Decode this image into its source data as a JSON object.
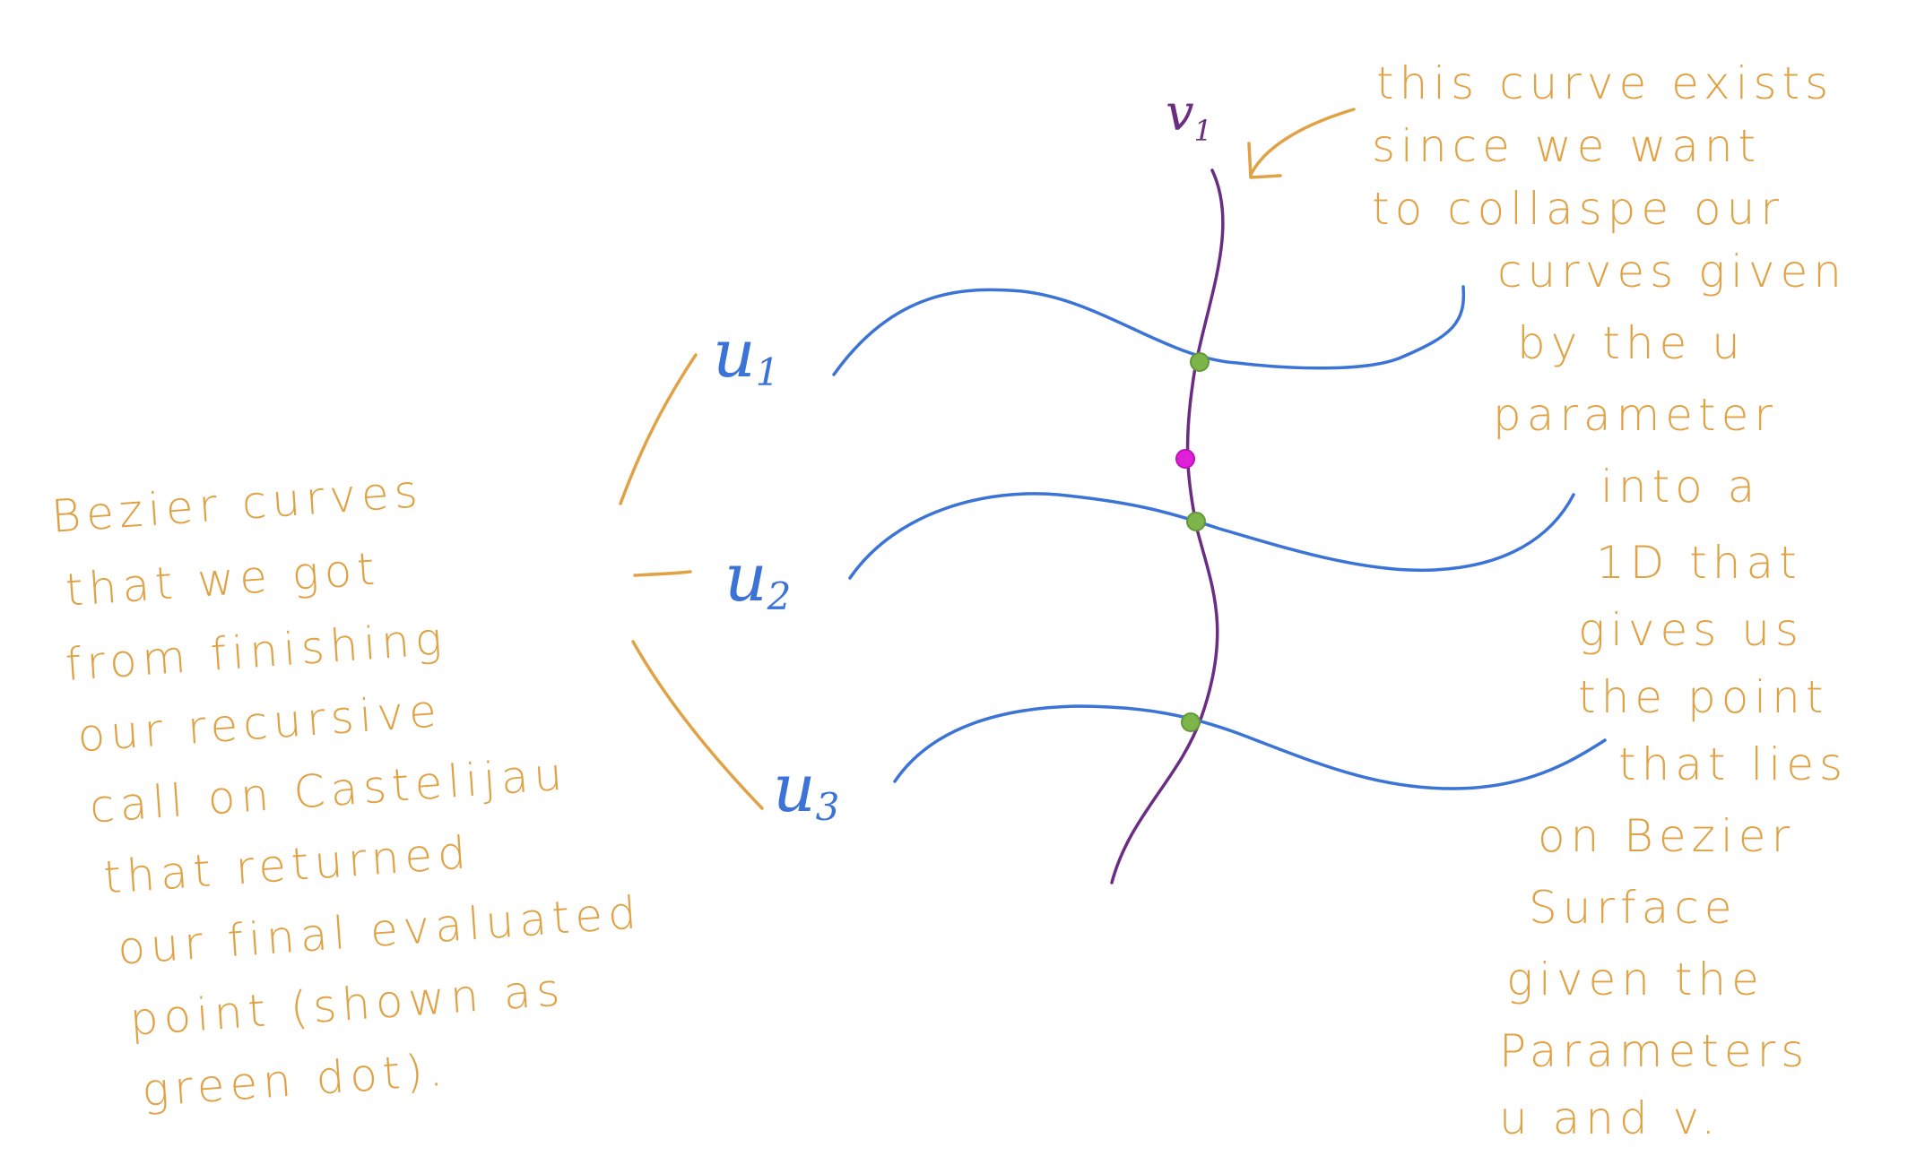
{
  "colors": {
    "annotation": "#E0A245",
    "u_curve": "#3B74D6",
    "v_curve": "#6B2D83",
    "evaluated_point": "#7DB54A",
    "final_point": "#E020D8",
    "background": "#FFFFFF"
  },
  "labels": {
    "v1": {
      "base": "v",
      "sub": "1"
    },
    "u1": {
      "base": "u",
      "sub": "1"
    },
    "u2": {
      "base": "u",
      "sub": "2"
    },
    "u3": {
      "base": "u",
      "sub": "3"
    }
  },
  "left_note": [
    "Bezier curves",
    "that we got",
    "from finishing",
    "our recursive",
    "call on Castelijau",
    "that returned",
    "our final evaluated",
    "point (shown as",
    "green dot)."
  ],
  "right_note": [
    "this curve exists",
    "since we want",
    "to collaspe our",
    "curves given",
    "by the u",
    "parameter",
    "into a",
    "1D that",
    "gives us",
    "the point",
    "that lies",
    "on Bezier",
    "Surface",
    "given the",
    "Parameters",
    "u and v."
  ]
}
